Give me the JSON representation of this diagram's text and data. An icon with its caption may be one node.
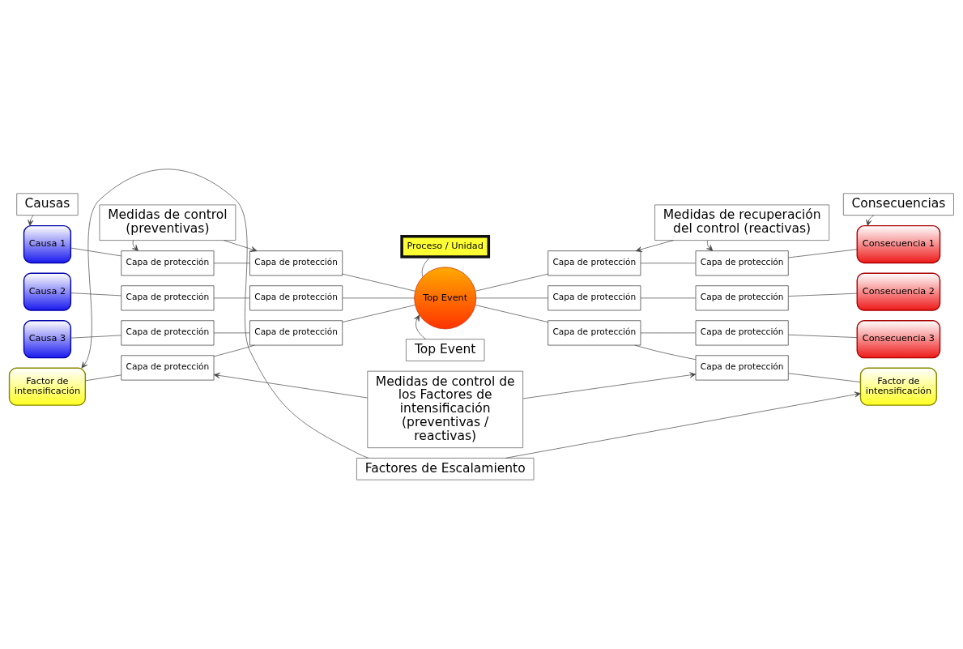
{
  "diagram": {
    "nodes": [
      {
        "text": [
          "Causas"
        ]
      },
      {
        "text": [
          "Medidas de control (preventivas)"
        ]
      },
      {
        "text": [
          "Medidas de recuperación del control (reactivas)"
        ]
      },
      {
        "text": [
          "Consecuencias"
        ]
      },
      {
        "text": [
          "Proceso / Unidad"
        ]
      },
      {
        "text": [
          "Top Event"
        ]
      },
      {
        "text": [
          "Causa 1"
        ]
      },
      {
        "text": [
          "Causa 2"
        ]
      },
      {
        "text": [
          "Causa 3"
        ]
      },
      {
        "text": [
          "Factor de intensificación"
        ]
      },
      {
        "text": [
          "Capa de protección"
        ]
      },
      {
        "text": [
          "Capa de protección"
        ]
      },
      {
        "text": [
          "Capa de protección"
        ]
      },
      {
        "text": [
          "Capa de protección"
        ]
      },
      {
        "text": [
          "Capa de protección"
        ]
      },
      {
        "text": [
          "Capa de protección"
        ]
      },
      {
        "text": [
          "Capa de protección"
        ]
      },
      {
        "text": [
          "Capa de protección"
        ]
      },
      {
        "text": [
          "Capa de protección"
        ]
      },
      {
        "text": [
          "Capa de protección"
        ]
      },
      {
        "text": [
          "Capa de protección"
        ]
      },
      {
        "text": [
          "Capa de protección"
        ]
      },
      {
        "text": [
          "Capa de protección"
        ]
      },
      {
        "text": [
          "Capa de protección"
        ]
      },
      {
        "text": [
          "Consecuencia 1"
        ]
      },
      {
        "text": [
          "Consecuencia 2"
        ]
      },
      {
        "text": [
          "Consecuencia 3"
        ]
      },
      {
        "text": [
          "Factor de intensificación"
        ]
      },
      {
        "text": [
          "Top Event"
        ]
      },
      {
        "text": [
          "Medidas de control de los Factores de intensificación (preventivas / reactivas)"
        ]
      },
      {
        "text": [
          "Factores de Escalamiento"
        ]
      }
    ],
    "edges": [
      {
        "from": 0,
        "to": 6,
        "arrow": "to"
      },
      {
        "from": 1,
        "to": 10,
        "arrow": "to"
      },
      {
        "from": 1,
        "to": 11,
        "arrow": "to"
      },
      {
        "from": 2,
        "to": 17,
        "arrow": "to"
      },
      {
        "from": 2,
        "to": 18,
        "arrow": "to"
      },
      {
        "from": 3,
        "to": 24,
        "arrow": "to"
      },
      {
        "from": 4,
        "to": 5,
        "arrow": "none"
      },
      {
        "from": 6,
        "to": 10,
        "arrow": "none"
      },
      {
        "from": 10,
        "to": 11,
        "arrow": "none"
      },
      {
        "from": 11,
        "to": 5,
        "arrow": "none"
      },
      {
        "from": 7,
        "to": 12,
        "arrow": "none"
      },
      {
        "from": 12,
        "to": 13,
        "arrow": "none"
      },
      {
        "from": 13,
        "to": 5,
        "arrow": "none"
      },
      {
        "from": 8,
        "to": 14,
        "arrow": "none"
      },
      {
        "from": 14,
        "to": 15,
        "arrow": "none"
      },
      {
        "from": 15,
        "to": 5,
        "arrow": "none"
      },
      {
        "from": 9,
        "to": 16,
        "arrow": "none"
      },
      {
        "from": 16,
        "to": 15,
        "arrow": "none"
      },
      {
        "from": 5,
        "to": 17,
        "arrow": "none"
      },
      {
        "from": 17,
        "to": 18,
        "arrow": "none"
      },
      {
        "from": 18,
        "to": 24,
        "arrow": "none"
      },
      {
        "from": 5,
        "to": 19,
        "arrow": "none"
      },
      {
        "from": 19,
        "to": 20,
        "arrow": "none"
      },
      {
        "from": 20,
        "to": 25,
        "arrow": "none"
      },
      {
        "from": 5,
        "to": 21,
        "arrow": "none"
      },
      {
        "from": 21,
        "to": 22,
        "arrow": "none"
      },
      {
        "from": 22,
        "to": 26,
        "arrow": "none"
      },
      {
        "from": 21,
        "to": 23,
        "arrow": "none"
      },
      {
        "from": 23,
        "to": 27,
        "arrow": "none"
      },
      {
        "from": 28,
        "to": 5,
        "arrow": "to"
      },
      {
        "from": 29,
        "to": 16,
        "arrow": "to"
      },
      {
        "from": 29,
        "to": 23,
        "arrow": "to"
      },
      {
        "from": 30,
        "to": 9,
        "arrow": "to"
      },
      {
        "from": 30,
        "to": 27,
        "arrow": "to"
      }
    ]
  }
}
